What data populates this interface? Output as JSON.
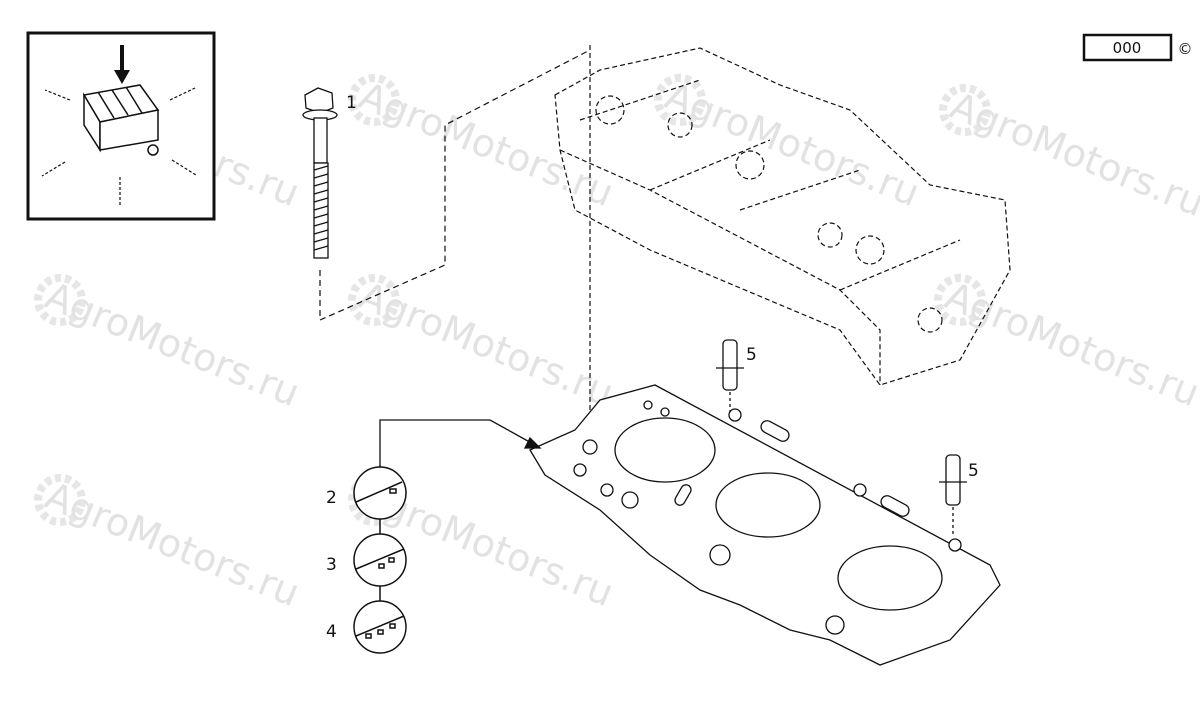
{
  "watermark": "AgroMotors.ru",
  "reference_box": {
    "code": "000",
    "copyright": "©"
  },
  "callouts": {
    "bolt": "1",
    "gasket_1_notch": "2",
    "gasket_2_notches": "3",
    "gasket_3_notches": "4",
    "dowel_left": "5",
    "dowel_right": "5"
  },
  "colors": {
    "line": "#111111",
    "watermark": "#e2e2e2"
  }
}
